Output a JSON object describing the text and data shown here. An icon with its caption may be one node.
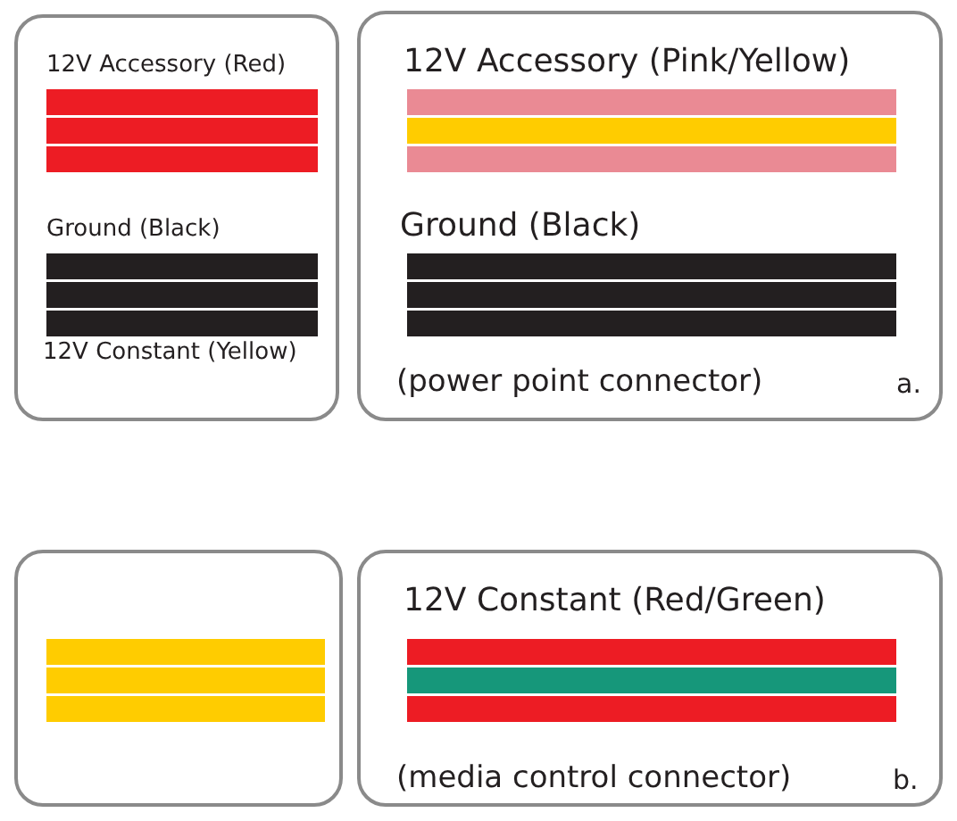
{
  "diagram": {
    "nodes": [
      {
        "text": [
          "12V Accessory (Red)",
          "Ground (Black)",
          "12V Constant (Yellow)"
        ]
      },
      {
        "text": [
          "12V Accessory (Pink/Yellow)",
          "Ground (Black)",
          "(power point connector)",
          "a."
        ]
      },
      {
        "text": [],
        "shape": "box"
      },
      {
        "text": [
          "12V Constant (Red/Green)",
          "(media control connector)",
          "b."
        ]
      }
    ]
  }
}
